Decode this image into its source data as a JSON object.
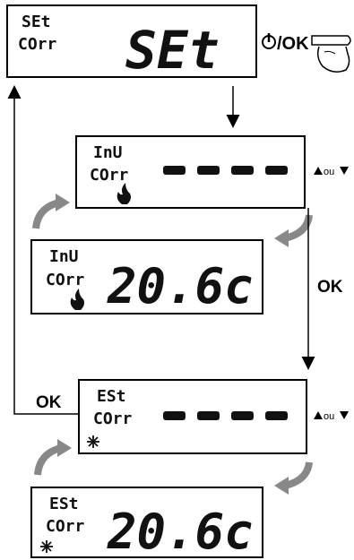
{
  "screens": [
    {
      "id": "set",
      "line1": "SEt",
      "line2": "COrr",
      "main": "SEt"
    },
    {
      "id": "inv-dash",
      "line1": "InU",
      "line2": "COrr",
      "main": "- - - -",
      "icon": "flame-icon"
    },
    {
      "id": "inv-value",
      "line1": "InU",
      "line2": "COrr",
      "main": "20.6c",
      "icon": "flame-icon"
    },
    {
      "id": "est-dash",
      "line1": "ESt",
      "line2": "COrr",
      "main": "- - - -",
      "icon": "snowflake-icon"
    },
    {
      "id": "est-value",
      "line1": "ESt",
      "line2": "COrr",
      "main": "20.6c",
      "icon": "snowflake-icon"
    }
  ],
  "labels": {
    "power_ok": "/OK",
    "ok_right": "OK",
    "ok_left": "OK",
    "ou_1": "ou",
    "ou_2": "ou"
  },
  "icons": [
    "power-icon",
    "finger-press-icon",
    "up-triangle-icon",
    "down-triangle-icon",
    "curved-arrow-icon"
  ]
}
